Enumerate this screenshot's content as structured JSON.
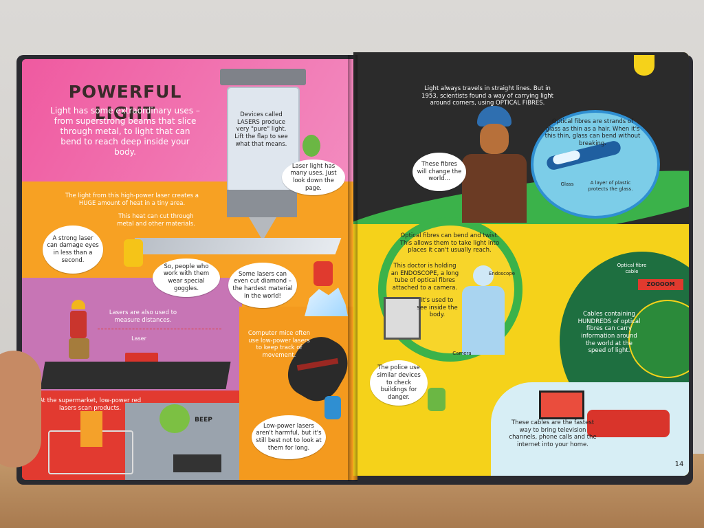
{
  "left_page": {
    "title": "POWERFUL LIGHT",
    "intro": "Light has some extraordinary uses – from superstrong beams that slice through metal, to light that can bend to reach deep inside your body.",
    "flap": "Devices called LASERS produce very \"pure\" light. Lift the flap to see what that means.",
    "bubble_laser_uses": "Laser light has many uses. Just look down the page.",
    "heat_text": "The light from this high-power laser creates a HUGE amount of heat in a tiny area.",
    "cut_text": "This heat can cut through metal and other materials.",
    "bubble_damage": "A strong laser can damage eyes in less than a second.",
    "bubble_goggles": "So, people who work with them wear special goggles.",
    "bubble_diamond": "Some lasers can even cut diamond – the hardest material in the world!",
    "measure_text": "Lasers are also used to measure distances.",
    "laser_label": "Laser",
    "mice_text": "Computer mice often use low-power lasers to keep track of movement.",
    "supermarket_text": "At the supermarket, low-power red lasers scan products.",
    "beep": "BEEP",
    "bubble_harmful": "Low-power lasers aren't harmful, but it's still best not to look at them for long."
  },
  "right_page": {
    "top_text": "Light always travels in straight lines. But in 1953, scientists found a way of carrying light around corners, using OPTICAL FIBRES.",
    "bubble_change": "These fibres will change the world...",
    "circle_text": "Optical fibres are strands of glass as thin as a hair. When it's this thin, glass can bend without breaking.",
    "glass_label": "Glass",
    "plastic_label": "A layer of plastic protects the glass.",
    "bend_text": "Optical fibres can bend and twist. This allows them to take light into places it can't usually reach.",
    "endoscope_text": "This doctor is holding an ENDOSCOPE, a long tube of optical fibres attached to a camera.",
    "endoscope_label": "Endoscope",
    "see_inside": "It's used to see inside the body.",
    "camera_label": "Camera",
    "police_bubble": "The police use similar devices to check buildings for danger.",
    "cable_label": "Optical fibre cable",
    "zoom": "ZOOOOM",
    "cables_text": "Cables containing HUNDREDS of optical fibres can carry information around the world at the speed of light.",
    "tv_text": "These cables are the fastest way to bring television channels, phone calls and the internet into your home.",
    "page_number": "14"
  },
  "colors": {
    "pink": "#ee6aa7",
    "orange": "#f7a123",
    "dark": "#2b2b2b",
    "green": "#3bb24a",
    "yellow": "#f5d21a",
    "red": "#e03a2e",
    "blue": "#2f8fd2"
  }
}
